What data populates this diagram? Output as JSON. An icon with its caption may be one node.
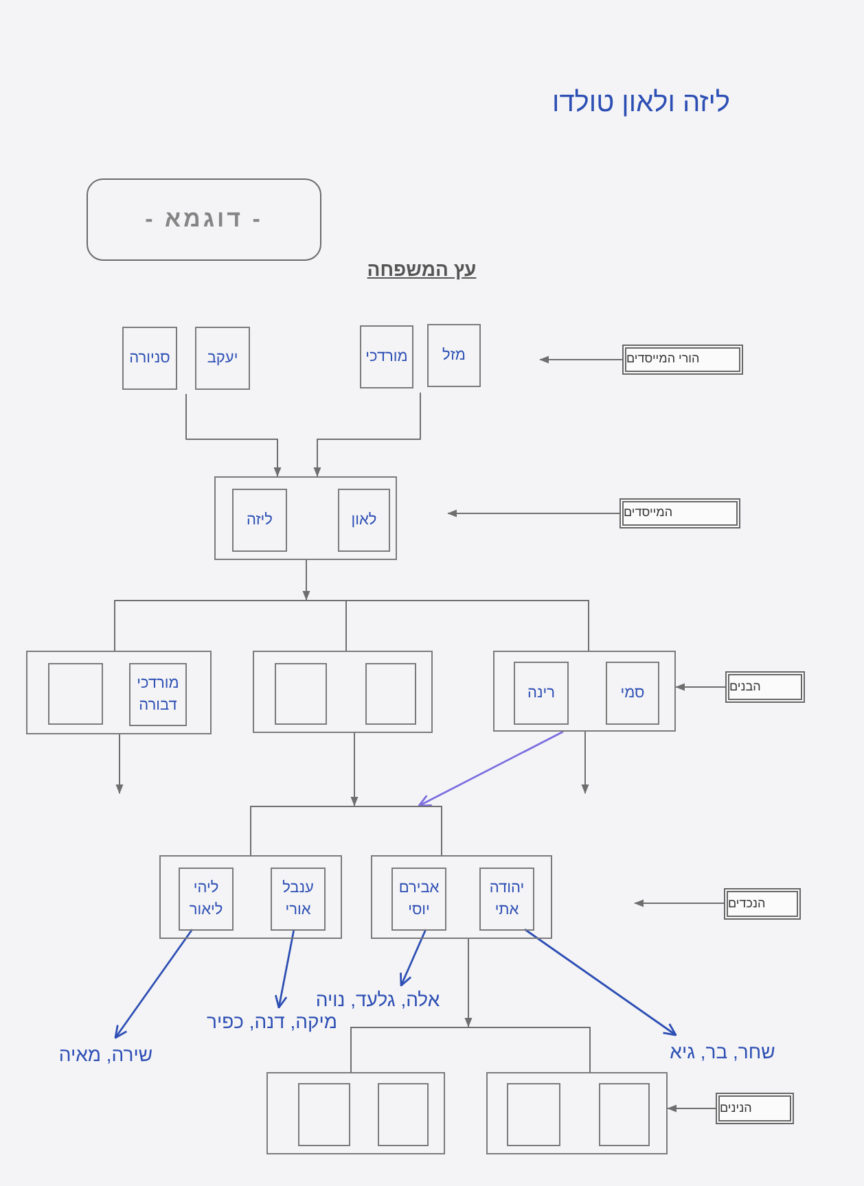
{
  "diagram": {
    "title": "עץ המשפחה",
    "nodes": [
      {
        "text": [
          "- דוגמא -"
        ]
      },
      {
        "text": [
          "הורי המייסדים"
        ]
      },
      {
        "text": [
          "מזל"
        ]
      },
      {
        "text": [
          "מורדכי"
        ]
      },
      {
        "text": [
          "יעקב"
        ]
      },
      {
        "text": [
          "סניורה"
        ]
      },
      {
        "text": [
          "המייסדים"
        ]
      },
      {
        "text": [],
        "shape": "box"
      },
      {
        "text": [
          "לאון"
        ],
        "in": 7
      },
      {
        "text": [
          "ליזה"
        ],
        "in": 7
      },
      {
        "text": [
          "הבנים"
        ]
      },
      {
        "text": [],
        "shape": "box"
      },
      {
        "text": [
          "סמי"
        ],
        "in": 11
      },
      {
        "text": [
          "רינה"
        ],
        "in": 11
      },
      {
        "text": [],
        "shape": "box"
      },
      {
        "text": [],
        "shape": "box",
        "in": 14
      },
      {
        "text": [],
        "shape": "box",
        "in": 14
      },
      {
        "text": [],
        "shape": "box"
      },
      {
        "text": [],
        "shape": "box",
        "in": 17
      },
      {
        "text": [
          "מורדכי",
          "דבורה"
        ],
        "in": 17
      },
      {
        "text": [
          "הנכדים"
        ]
      },
      {
        "text": [],
        "shape": "box"
      },
      {
        "text": [
          "יהודה",
          "אתי"
        ],
        "in": 21
      },
      {
        "text": [
          "אבירם",
          "יוסי"
        ],
        "in": 21
      },
      {
        "text": [],
        "shape": "box"
      },
      {
        "text": [
          "ענבל",
          "אורי"
        ],
        "in": 24
      },
      {
        "text": [
          "ליהי",
          "ליאור"
        ],
        "in": 24
      },
      {
        "text": [
          "הנינים"
        ]
      },
      {
        "text": [],
        "shape": "box"
      },
      {
        "text": [],
        "shape": "box",
        "in": 28
      },
      {
        "text": [],
        "shape": "box",
        "in": 28
      },
      {
        "text": [],
        "shape": "box"
      },
      {
        "text": [],
        "shape": "box",
        "in": 31
      },
      {
        "text": [],
        "shape": "box",
        "in": 31
      },
      {
        "text": [
          "שחר, בר, גיא"
        ]
      },
      {
        "text": [
          "אלה, גלעד, נויה"
        ]
      },
      {
        "text": [
          "מיקה, דנה, כפיר"
        ]
      },
      {
        "text": [
          "שירה, מאיה"
        ]
      },
      {
        "text": [],
        "shape": "bar"
      },
      {
        "text": [],
        "shape": "bar"
      },
      {
        "text": [],
        "shape": "bar"
      }
    ],
    "edges": [
      {
        "from": 5,
        "to": 7,
        "arrow": "to"
      },
      {
        "from": 4,
        "to": 7,
        "arrow": "to"
      },
      {
        "from": 3,
        "to": 7,
        "arrow": "to"
      },
      {
        "from": 2,
        "to": 7,
        "arrow": "to"
      },
      {
        "from": 1,
        "to": null,
        "arrow": "to"
      },
      {
        "from": 6,
        "to": null,
        "arrow": "to"
      },
      {
        "from": 7,
        "to": 38,
        "arrow": "to"
      },
      {
        "from": 38,
        "to": 17,
        "arrow": "none"
      },
      {
        "from": 38,
        "to": 14,
        "arrow": "none"
      },
      {
        "from": 38,
        "to": 11,
        "arrow": "none"
      },
      {
        "from": 10,
        "to": 11,
        "arrow": "to"
      },
      {
        "from": 17,
        "to": null,
        "arrow": "to"
      },
      {
        "from": 14,
        "to": 39,
        "arrow": "to"
      },
      {
        "from": 11,
        "to": null,
        "arrow": "to"
      },
      {
        "from": 11,
        "to": 39,
        "arrow": "to",
        "color": "#7b6ee0"
      },
      {
        "from": 39,
        "to": 24,
        "arrow": "none"
      },
      {
        "from": 39,
        "to": 21,
        "arrow": "none"
      },
      {
        "from": 20,
        "to": null,
        "arrow": "to"
      },
      {
        "from": 21,
        "to": 40,
        "arrow": "to"
      },
      {
        "from": 40,
        "to": 31,
        "arrow": "none"
      },
      {
        "from": 40,
        "to": 28,
        "arrow": "none"
      },
      {
        "from": 26,
        "to": 37,
        "arrow": "to",
        "color": "#2d4fb4"
      },
      {
        "from": 25,
        "to": 36,
        "arrow": "to",
        "color": "#2d4fb4"
      },
      {
        "from": 23,
        "to": 35,
        "arrow": "to",
        "color": "#2d4fb4"
      },
      {
        "from": 22,
        "to": 34,
        "arrow": "to",
        "color": "#2d4fb4"
      },
      {
        "from": 27,
        "to": 28,
        "arrow": "to"
      }
    ],
    "labels": [
      "ליזה ולאון טולדו"
    ]
  }
}
